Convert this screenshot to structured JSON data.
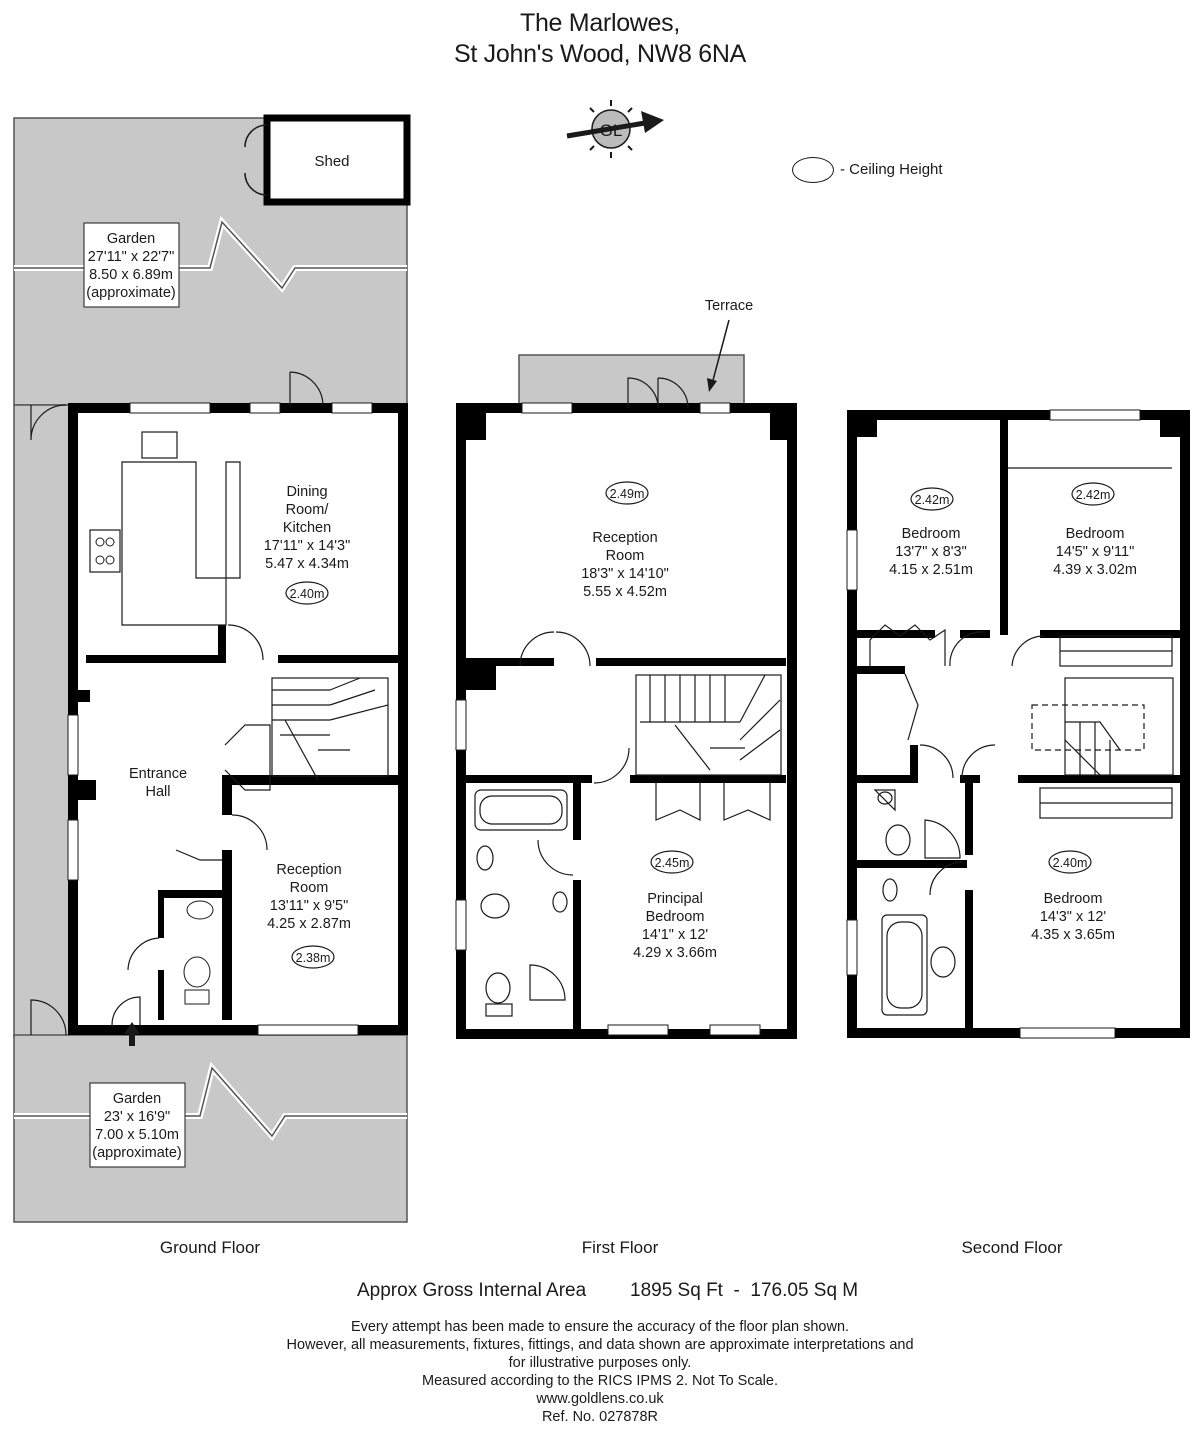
{
  "header": {
    "title_line1": "The Marlowes,",
    "title_line2": "St John's Wood, NW8 6NA"
  },
  "compass": {
    "logo_text": "GL",
    "icon": "north-arrow-icon"
  },
  "legend": {
    "label": "- Ceiling Height",
    "icon": "ceiling-height-oval-icon"
  },
  "floors": {
    "ground": {
      "label": "Ground Floor",
      "shed": "Shed",
      "garden_rear": {
        "name": "Garden",
        "imperial": "27'11\" x 22'7\"",
        "metric": "8.50 x 6.89m",
        "note": "(approximate)"
      },
      "garden_front": {
        "name": "Garden",
        "imperial": "23' x 16'9\"",
        "metric": "7.00 x 5.10m",
        "note": "(approximate)"
      },
      "dining": {
        "name1": "Dining",
        "name2": "Room/",
        "name3": "Kitchen",
        "imperial": "17'11\" x 14'3\"",
        "metric": "5.47 x 4.34m",
        "height": "2.40m"
      },
      "hall": {
        "name1": "Entrance",
        "name2": "Hall"
      },
      "reception": {
        "name1": "Reception",
        "name2": "Room",
        "imperial": "13'11\" x 9'5\"",
        "metric": "4.25 x 2.87m",
        "height": "2.38m"
      }
    },
    "first": {
      "label": "First Floor",
      "terrace": "Terrace",
      "reception": {
        "name1": "Reception",
        "name2": "Room",
        "imperial": "18'3\" x 14'10\"",
        "metric": "5.55 x 4.52m",
        "height": "2.49m"
      },
      "principal": {
        "name1": "Principal",
        "name2": "Bedroom",
        "imperial": "14'1\" x 12'",
        "metric": "4.29 x 3.66m",
        "height": "2.45m"
      }
    },
    "second": {
      "label": "Second Floor",
      "bed_left": {
        "name": "Bedroom",
        "imperial": "13'7\" x 8'3\"",
        "metric": "4.15 x 2.51m",
        "height": "2.42m"
      },
      "bed_right": {
        "name": "Bedroom",
        "imperial": "14'5\" x 9'11\"",
        "metric": "4.39 x 3.02m",
        "height": "2.42m"
      },
      "bed_bottom": {
        "name": "Bedroom",
        "imperial": "14'3\" x 12'",
        "metric": "4.35 x 3.65m",
        "height": "2.40m"
      }
    }
  },
  "area": {
    "label": "Approx Gross Internal Area",
    "value": "1895 Sq Ft  -  176.05 Sq M"
  },
  "disclaimer": {
    "line1": "Every attempt has been made to ensure the accuracy of the floor plan shown.",
    "line2": "However, all measurements, fixtures, fittings, and data shown are approximate interpretations and",
    "line3": "for illustrative purposes only.",
    "line4": "Measured according to the RICS IPMS 2. Not To Scale.",
    "line5": "www.goldlens.co.uk",
    "line6": "Ref. No. 027878R"
  },
  "colors": {
    "wall": "#000000",
    "outdoor": "#c8c8c8",
    "line": "#1a1a1a"
  }
}
